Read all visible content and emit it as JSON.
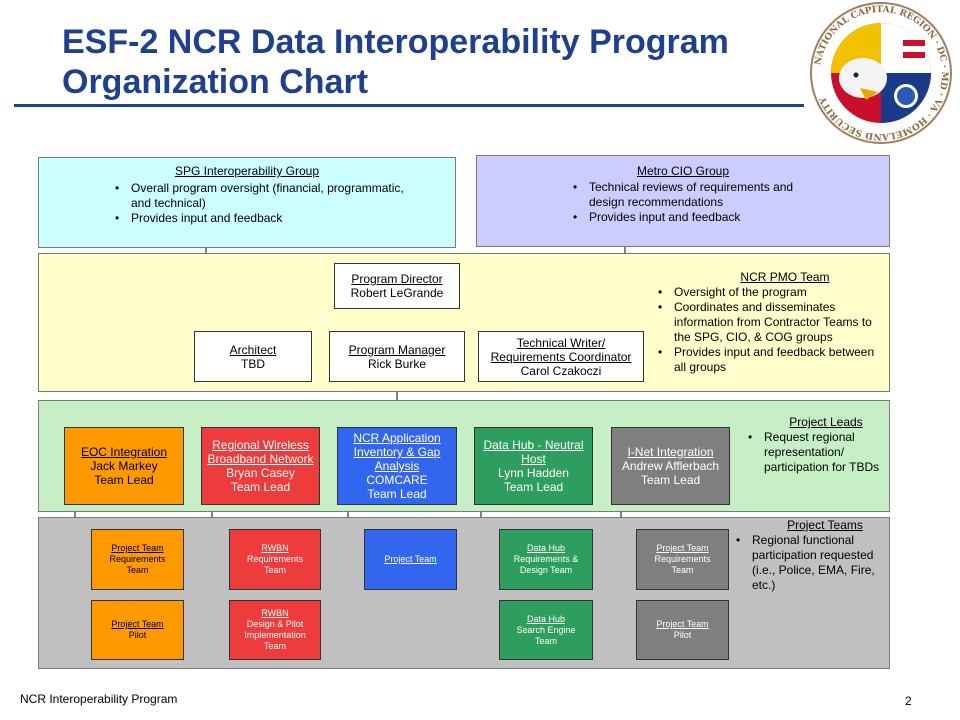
{
  "title_line1": "ESF-2 NCR Data Interoperability Program",
  "title_line2": "Organization Chart",
  "seal": {
    "text": "NATIONAL CAPITAL REGION · DC · MD · VA · HOMELAND SECURITY"
  },
  "spg": {
    "title": "SPG Interoperability Group",
    "bullets": [
      "Overall program oversight (financial, programmatic, and technical)",
      "Provides input and feedback"
    ]
  },
  "cio": {
    "title": "Metro CIO Group",
    "bullets": [
      "Technical reviews of requirements and design recommendations",
      "Provides input and feedback"
    ]
  },
  "director": {
    "title": "Program Director",
    "name": "Robert LeGrande"
  },
  "architect": {
    "title": "Architect",
    "name": "TBD"
  },
  "manager": {
    "title": "Program Manager",
    "name": "Rick Burke"
  },
  "writer": {
    "title1": "Technical Writer/",
    "title2": "Requirements Coordinator",
    "name": "Carol Czakoczi"
  },
  "pmo": {
    "title": "NCR PMO Team",
    "bullets": [
      "Oversight of the program",
      "Coordinates and disseminates information from Contractor Teams to the SPG, CIO, & COG groups",
      "Provides input and feedback between all groups"
    ]
  },
  "leads_note": {
    "title": "Project Leads",
    "bullets": [
      "Request regional representation/ participation for TBDs"
    ]
  },
  "teams_note": {
    "title": "Project Teams",
    "bullets": [
      "Regional functional participation requested (i.e., Police, EMA, Fire, etc.)"
    ]
  },
  "leads": [
    {
      "title": "EOC Integration",
      "lines": [
        "Jack Markey",
        "Team Lead"
      ],
      "color": "#ff9900"
    },
    {
      "title": "Regional Wireless Broadband Network",
      "lines": [
        "Bryan Casey",
        "Team Lead"
      ],
      "color": "#ee3b3b"
    },
    {
      "title": "NCR Application Inventory & Gap Analysis",
      "lines": [
        "COMCARE",
        "Team Lead"
      ],
      "color": "#3366ee"
    },
    {
      "title": "Data Hub - Neutral Host",
      "lines": [
        "Lynn Hadden",
        "Team Lead"
      ],
      "color": "#2e9e5e"
    },
    {
      "title": "I-Net Integration",
      "lines": [
        "Andrew Afflerbach",
        "Team Lead"
      ],
      "color": "#7f7f7f"
    }
  ],
  "teams": {
    "eoc_req": {
      "title": "Project Team",
      "lines": [
        "Requirements",
        "Team"
      ]
    },
    "eoc_pilot": {
      "title": "Project Team",
      "lines": [
        "Pilot"
      ]
    },
    "rwbn_req": {
      "title": "RWBN",
      "lines": [
        "Requirements",
        "Team"
      ]
    },
    "rwbn_design": {
      "title": "RWBN",
      "lines": [
        "Design & Pilot",
        "Implementation",
        "Team"
      ]
    },
    "ncr_team": {
      "title": "Project Team"
    },
    "hub_req": {
      "title": "Data Hub",
      "lines": [
        "Requirements &",
        "Design Team"
      ]
    },
    "hub_search": {
      "title": "Data Hub",
      "lines": [
        "Search Engine",
        "Team"
      ]
    },
    "inet_req": {
      "title": "Project Team",
      "lines": [
        "Requirements",
        "Team"
      ]
    },
    "inet_pilot": {
      "title": "Project Team",
      "lines": [
        "Pilot"
      ]
    }
  },
  "footer": {
    "left": "NCR Interoperability Program",
    "page": "2"
  },
  "colors": {
    "title": "#1f3f8f",
    "spg_bg": "#ccffff",
    "cio_bg": "#ccccff",
    "pmo_bg": "#ffffcc",
    "leads_bg": "#c6efc6",
    "teams_bg": "#c0c0c0"
  }
}
